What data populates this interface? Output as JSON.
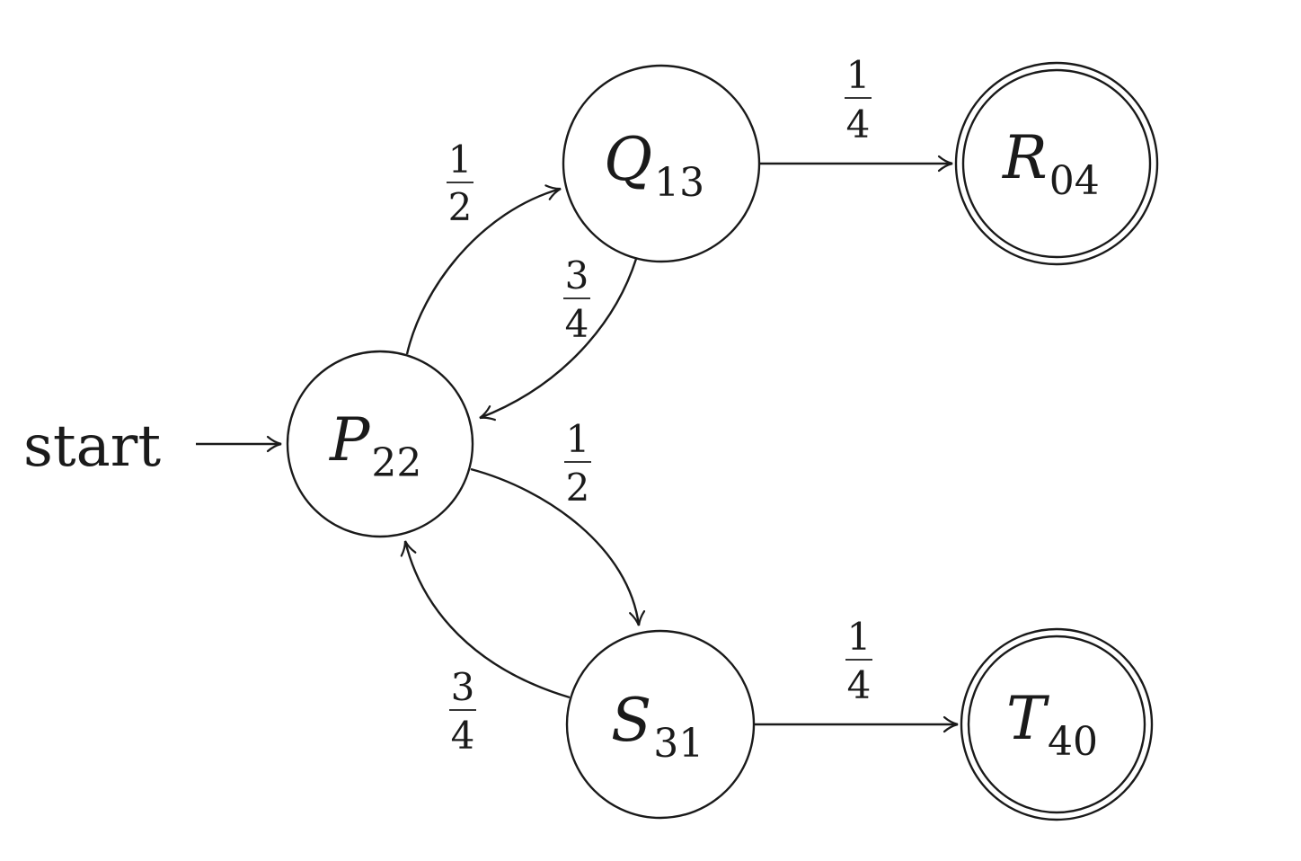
{
  "start_label": "start",
  "states": {
    "P": {
      "letter": "P",
      "sub": "22",
      "accepting": false
    },
    "Q": {
      "letter": "Q",
      "sub": "13",
      "accepting": false
    },
    "R": {
      "letter": "R",
      "sub": "04",
      "accepting": true
    },
    "S": {
      "letter": "S",
      "sub": "31",
      "accepting": false
    },
    "T": {
      "letter": "T",
      "sub": "40",
      "accepting": true
    }
  },
  "transitions": {
    "p_to_q": {
      "from": "P",
      "to": "Q",
      "num": "1",
      "den": "2"
    },
    "q_to_p": {
      "from": "Q",
      "to": "P",
      "num": "3",
      "den": "4"
    },
    "p_to_s": {
      "from": "P",
      "to": "S",
      "num": "1",
      "den": "2"
    },
    "s_to_p": {
      "from": "S",
      "to": "P",
      "num": "3",
      "den": "4"
    },
    "q_to_r": {
      "from": "Q",
      "to": "R",
      "num": "1",
      "den": "4"
    },
    "s_to_t": {
      "from": "S",
      "to": "T",
      "num": "1",
      "den": "4"
    }
  }
}
